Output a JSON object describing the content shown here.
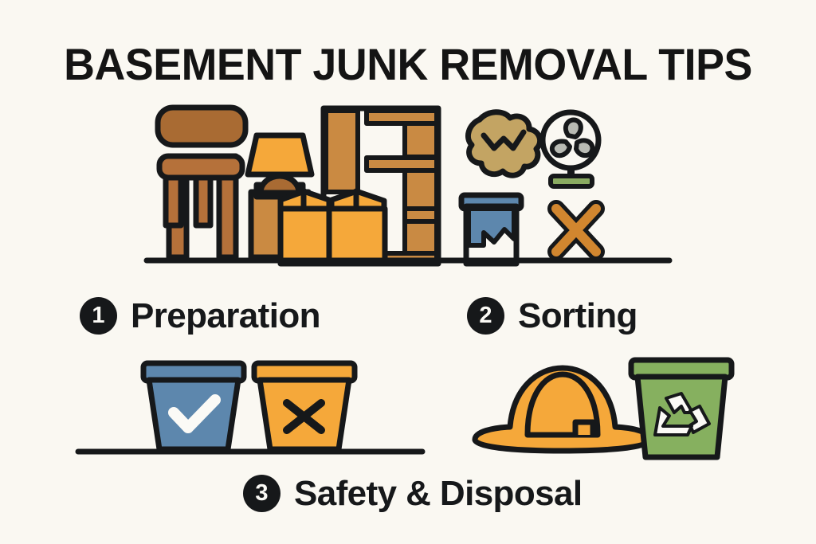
{
  "page": {
    "title": "BASEMENT JUNK REMOVAL TIPS",
    "background_color": "#faf8f2",
    "ink_color": "#16181a"
  },
  "steps": [
    {
      "number": "1",
      "label": "Preparation"
    },
    {
      "number": "2",
      "label": "Sorting"
    },
    {
      "number": "3",
      "label": "Safety & Disposal"
    }
  ],
  "illustrations": {
    "preparation_scene": {
      "name": "basement clutter scene",
      "items": [
        {
          "name": "wooden-chair",
          "color": "#b5713a"
        },
        {
          "name": "table-lamp",
          "shade_color": "#f5a83a",
          "base_color": "#a96b33"
        },
        {
          "name": "dresser-cabinet",
          "color": "#ca8a42"
        },
        {
          "name": "cardboard-box",
          "color": "#f5a83a"
        },
        {
          "name": "bookshelf",
          "frame_color": "#ca8a42",
          "shelf_color": "#c98a43"
        },
        {
          "name": "dust-debris-blob",
          "color": "#c3a463"
        },
        {
          "name": "electric-fan",
          "blade_color": "#b9bbb4",
          "base_color": "#8aab61"
        },
        {
          "name": "paint-bucket",
          "color": "#5d87ad"
        },
        {
          "name": "x-mark",
          "color": "#d1862f"
        }
      ]
    },
    "sorting_scene": {
      "name": "keep and discard bins",
      "items": [
        {
          "name": "keep-bin",
          "color": "#5d87ad",
          "symbol": "check"
        },
        {
          "name": "discard-bin",
          "color": "#f5a83a",
          "symbol": "cross"
        }
      ]
    },
    "safety_scene": {
      "name": "safety gear and recycling",
      "items": [
        {
          "name": "hard-hat",
          "color": "#f5a83a"
        },
        {
          "name": "recycling-bin",
          "color": "#86b05f",
          "symbol": "recycle"
        }
      ]
    }
  }
}
